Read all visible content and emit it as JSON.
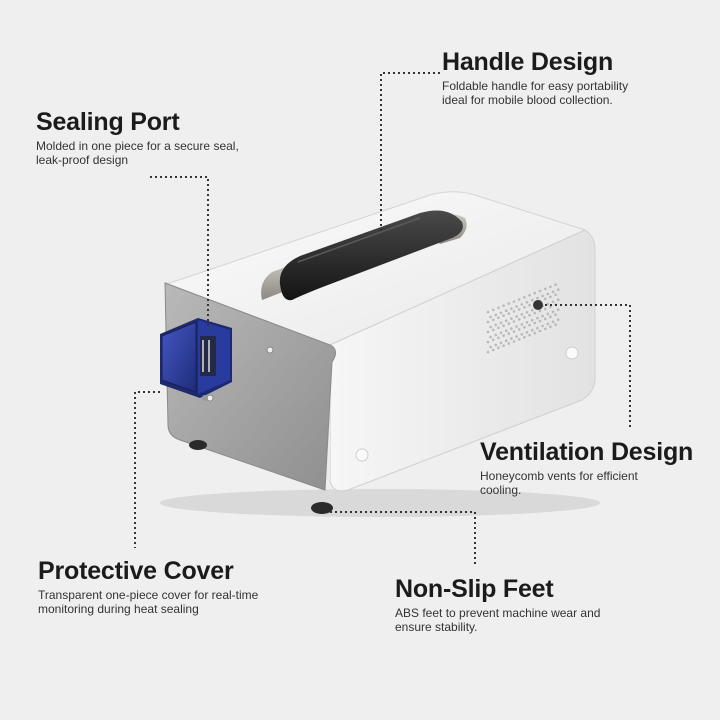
{
  "callouts": {
    "handle": {
      "title": "Handle Design",
      "line1": "Foldable handle for easy portability",
      "line2": "ideal for mobile blood collection."
    },
    "seal": {
      "title": "Sealing Port",
      "line1": "Molded in one piece for a secure seal,",
      "line2": "leak-proof design"
    },
    "vent": {
      "title": "Ventilation Design",
      "line1": "Honeycomb vents for efficient",
      "line2": "cooling."
    },
    "cover": {
      "title": "Protective Cover",
      "line1": "Transparent one-piece cover for real-time",
      "line2": "monitoring during heat sealing"
    },
    "feet": {
      "title": "Non-Slip Feet",
      "line1": "ABS feet to prevent machine wear and",
      "line2": "ensure stability."
    }
  },
  "colors": {
    "background": "#efefef",
    "body": "#f4f4f4",
    "panel": "#a8a8a8",
    "port": "#2e3f9e",
    "handle": "#2a2a2a",
    "leader": "#333333"
  }
}
